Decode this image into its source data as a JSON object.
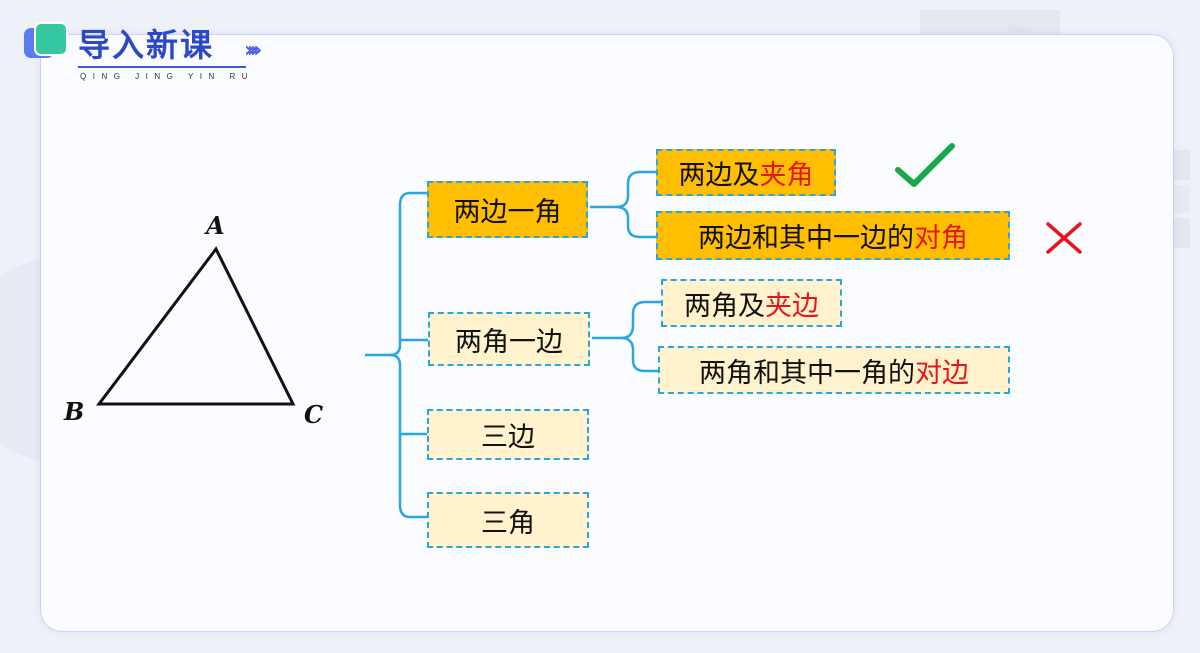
{
  "header": {
    "title": "导入新课",
    "pinyin": "QING JING YIN RU",
    "arrows": "››››"
  },
  "triangle": {
    "vertex_a": "A",
    "vertex_b": "B",
    "vertex_c": "C"
  },
  "tree": {
    "branch1": "两边一角",
    "branch1_sub1_pre": "两边及",
    "branch1_sub1_hl": "夹角",
    "branch1_sub2_pre": "两边和其中一边的",
    "branch1_sub2_hl": "对角",
    "branch2": "两角一边",
    "branch2_sub1_pre": "两角及",
    "branch2_sub1_hl": "夹边",
    "branch2_sub2_pre": "两角和其中一角的",
    "branch2_sub2_hl": "对边",
    "branch3": "三边",
    "branch4": "三角"
  },
  "colors": {
    "gold": "#ffbf00",
    "cream": "#fff2cc",
    "highlight": "#e8141c",
    "check": "#19a84a",
    "cross": "#e8141c",
    "connector": "#29a6e0"
  }
}
